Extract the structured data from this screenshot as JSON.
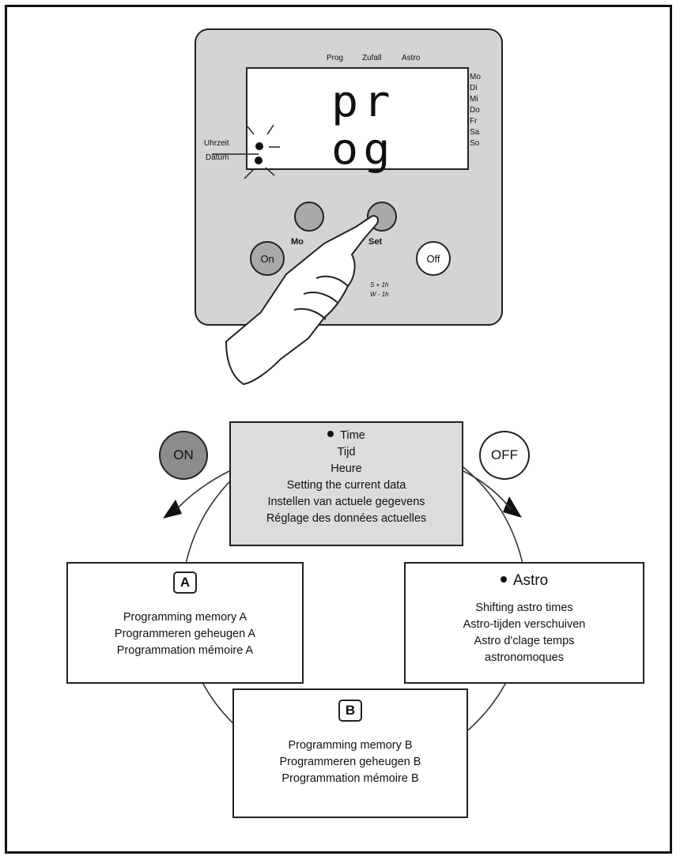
{
  "device": {
    "top_labels": {
      "prog": "Prog",
      "zufall": "Zufall",
      "astro": "Astro"
    },
    "display_text": "pr og",
    "days": [
      "Mo",
      "Di",
      "Mi",
      "Do",
      "Fr",
      "Sa",
      "So"
    ],
    "side_labels": {
      "uhrzeit": "Uhrzeit",
      "datum": "Datum"
    },
    "buttons": {
      "on": "On",
      "mode": "Mo",
      "set": "Set",
      "off": "Off"
    },
    "summer_winter": {
      "summer": "S + 1h",
      "winter": "W - 1h"
    },
    "colors": {
      "panel": "#d4d4d4",
      "button_grey": "#a9a9a9"
    }
  },
  "cycle": {
    "on_button": "ON",
    "off_button": "OFF",
    "time_box": {
      "title": "Time",
      "lines": [
        "Tijd",
        "Heure",
        "Setting the current data",
        "Instellen van actuele gegevens",
        "Réglage des données actuelles"
      ]
    },
    "memory_a": {
      "badge": "A",
      "lines": [
        "Programming memory A",
        "Programmeren geheugen A",
        "Programmation mémoire A"
      ]
    },
    "astro_box": {
      "title": "Astro",
      "lines": [
        "Shifting astro times",
        "Astro-tijden verschuiven",
        "Astro d'clage temps",
        "astronomoques"
      ]
    },
    "memory_b": {
      "badge": "B",
      "lines": [
        "Programming memory B",
        "Programmeren geheugen B",
        "Programmation mémoire B"
      ]
    },
    "colors": {
      "on_fill": "#8c8c8c",
      "time_box_fill": "#dcdcdc"
    }
  }
}
